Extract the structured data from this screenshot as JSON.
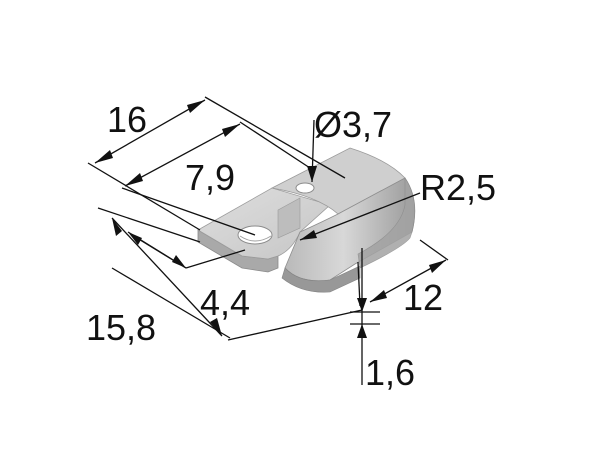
{
  "dimensions": {
    "width_total": "16",
    "hole_offset": "7,9",
    "hole_diameter": "Ø3,7",
    "radius": "R2,5",
    "length_total": "15,8",
    "tab_length": "4,4",
    "body_width": "12",
    "thickness": "1,6"
  },
  "colors": {
    "part_top": "#d6d6d6",
    "part_side": "#b4b4b4",
    "part_front": "#9e9e9e",
    "line": "#111111"
  }
}
